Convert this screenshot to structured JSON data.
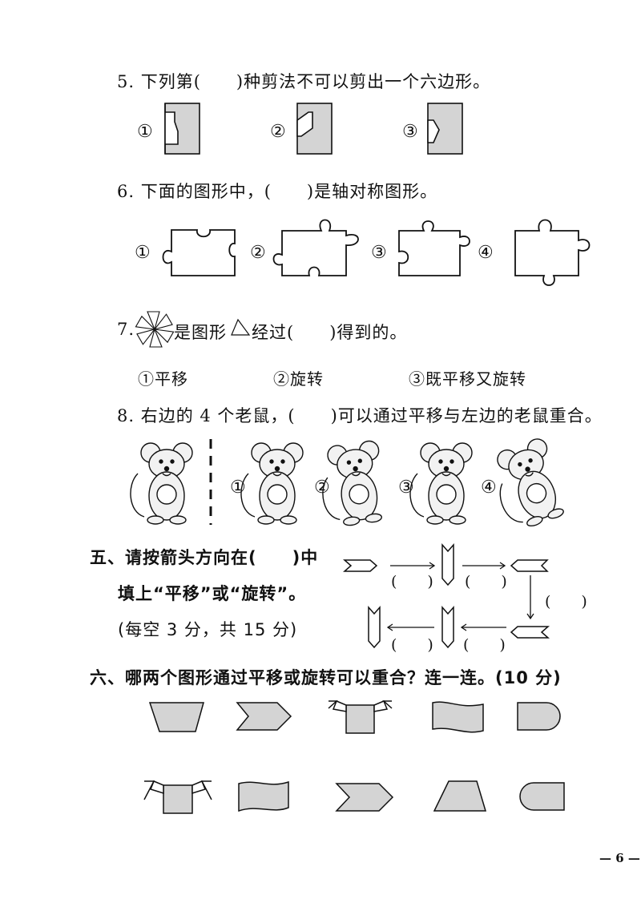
{
  "questions": {
    "q5": {
      "text": "5. 下列第(　　)种剪法不可以剪出一个六边形。",
      "options": [
        "①",
        "②",
        "③"
      ]
    },
    "q6": {
      "text": "6. 下面的图形中，(　　)是轴对称图形。",
      "options": [
        "①",
        "②",
        "③",
        "④"
      ]
    },
    "q7": {
      "prefix": "7.",
      "middle": "是图形",
      "suffix": "经过(　　)得到的。",
      "options": [
        "①平移",
        "②旋转",
        "③既平移又旋转"
      ]
    },
    "q8": {
      "text": "8. 右边的 4 个老鼠，(　　)可以通过平移与左边的老鼠重合。",
      "options": [
        "①",
        "②",
        "③",
        "④"
      ]
    }
  },
  "section5": {
    "line1": "五、请按箭头方向在(　　)中",
    "line2": "填上“平移”或“旋转”。",
    "line3": "(每空 3 分，共 15 分)",
    "blanks": [
      "(　　)",
      "(　　)",
      "(　　)",
      "(　　)",
      "(　　)"
    ]
  },
  "section6": {
    "title": "六、哪两个图形通过平移或旋转可以重合？连一连。(10 分)"
  },
  "page_number": "— 6 —",
  "colors": {
    "shape_fill": "#d4d4d4",
    "ink": "#111111"
  }
}
